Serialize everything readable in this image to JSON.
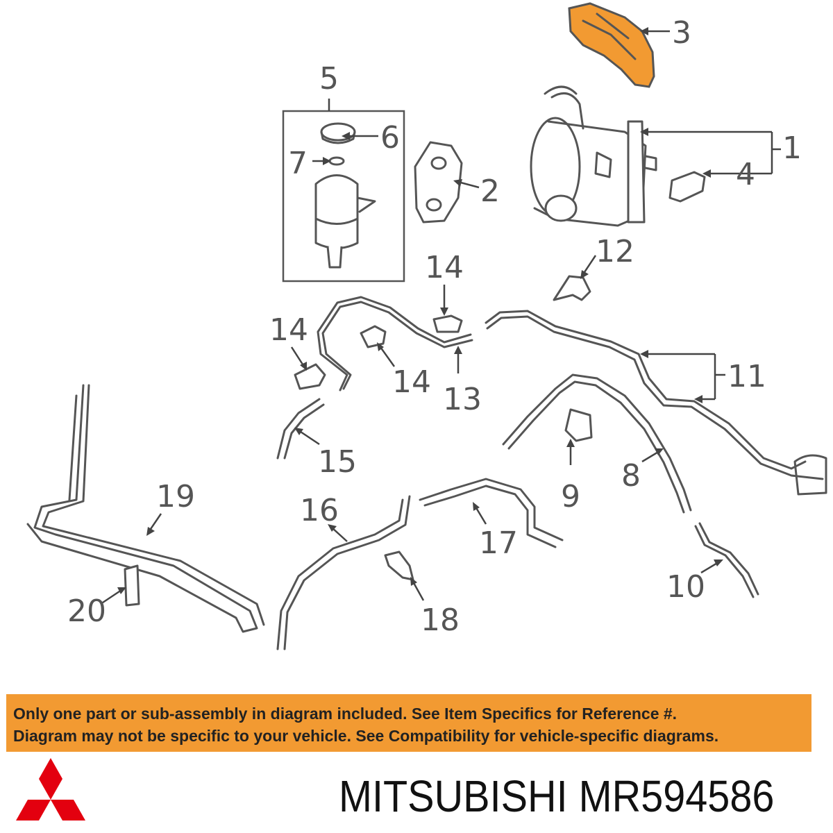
{
  "diagram": {
    "callouts": [
      "1",
      "2",
      "3",
      "4",
      "5",
      "6",
      "7",
      "8",
      "9",
      "10",
      "11",
      "12",
      "13",
      "14",
      "14",
      "14",
      "15",
      "16",
      "17",
      "18",
      "19",
      "20"
    ],
    "highlight_color": "#f29a32",
    "line_color": "#555555"
  },
  "notice": {
    "line1": "Only one part or sub-assembly in diagram included. See Item Specifics for Reference #.",
    "line2": "Diagram may not be specific to your vehicle. See Compatibility for vehicle-specific diagrams.",
    "background": "#f29a32"
  },
  "brand": {
    "logo_icon": "three-diamond-logo-icon",
    "logo_color": "#e3000f",
    "name": "MITSUBISHI",
    "part_number": "MR594586"
  }
}
